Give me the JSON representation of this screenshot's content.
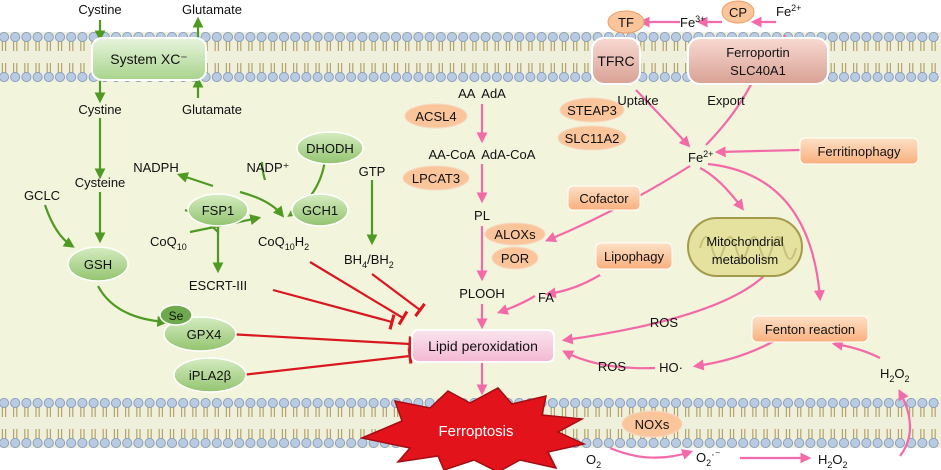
{
  "colors": {
    "cytoplasm": "#f2f4dc",
    "membrane_head": "#b9cbe3",
    "membrane_head_stroke": "#7d93b5",
    "membrane_tail": "#b6a36b",
    "green_arrow": "#4f9a22",
    "pink_arrow": "#f36aa8",
    "red_inhibit": "#d9171f",
    "green_node": "#a9d18e",
    "green_node_stroke": "#6ea94c",
    "orange_node": "#fbc59b",
    "orange_node_stroke": "#ee9d63",
    "pink_node": "#f9d1e3",
    "pink_node_stroke": "#e591b8",
    "ferroptosis_fill": "#e3131c"
  },
  "nodes": {
    "system_xc": "System XC⁻",
    "tf": "TF",
    "cp": "CP",
    "tfrc": "TFRC",
    "ferroportin": [
      "Ferroportin",
      "SLC40A1"
    ],
    "dhodh": "DHODH",
    "fsp1": "FSP1",
    "gch1": "GCH1",
    "gsh": "GSH",
    "gpx4": "GPX4",
    "se": "Se",
    "ipla2b": "iPLA2β",
    "acsl4": "ACSL4",
    "lpcat3": "LPCAT3",
    "aloxs": "ALOXs",
    "por": "POR",
    "steap3": "STEAP3",
    "slc11a2": "SLC11A2",
    "cofactor": "Cofactor",
    "ferritinophagy": "Ferritinophagy",
    "lipophagy": "Lipophagy",
    "mito": [
      "Mitochondrial",
      "metabolism"
    ],
    "fenton": "Fenton reaction",
    "noxs": "NOXs",
    "lipid_perox": "Lipid peroxidation",
    "ferroptosis": "Ferroptosis"
  },
  "labels": {
    "cystine_out": "Cystine",
    "glutamate_out": "Glutamate",
    "cystine_in": "Cystine",
    "glutamate_in": "Glutamate",
    "cysteine": "Cysteine",
    "gclc": "GCLC",
    "nadph": "NADPH",
    "nadp": "NADP⁺",
    "coq10": [
      "CoQ",
      "10"
    ],
    "coq10h2": [
      "CoQ",
      "10",
      "H",
      "2"
    ],
    "gtp": "GTP",
    "bh4bh2": [
      "BH",
      "4",
      "/BH",
      "2"
    ],
    "escrt": "ESCRT-III",
    "aa_ada": "AA  AdA",
    "aa_coa": "AA-CoA  AdA-CoA",
    "pl": "PL",
    "plooh": "PLOOH",
    "fa": "FA",
    "fe3": [
      "Fe",
      "3+"
    ],
    "fe2_out": [
      "Fe",
      "2+"
    ],
    "fe2_in": [
      "Fe",
      "2+"
    ],
    "uptake": "Uptake",
    "export": "Export",
    "ros1": "ROS",
    "ros2": "ROS",
    "ho": "HO·",
    "h2o2_in": [
      "H",
      "2",
      "O",
      "2"
    ],
    "o2": [
      "O",
      "2"
    ],
    "o2rad": [
      "O",
      "2",
      "·⁻"
    ],
    "h2o2_out": [
      "H",
      "2",
      "O",
      "2"
    ]
  }
}
